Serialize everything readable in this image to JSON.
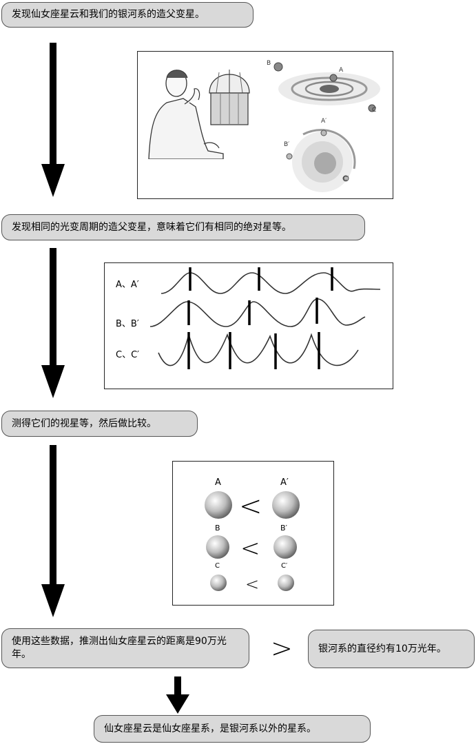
{
  "steps": {
    "step1": "发现仙女座星云和我们的银河系的造父变星。",
    "step2": "发现相同的光变周期的造父变星，意味着它们有相同的绝对星等。",
    "step3": "测得它们的视星等，然后做比较。",
    "step4": "使用这些数据，推测出仙女座星云的距离是90万光年。",
    "side_note": "银河系的直径约有10万光年。",
    "conclusion": "仙女座星云是仙女座星系，是银河系以外的星系。"
  },
  "panel1": {
    "labels_top": [
      "B",
      "A",
      "C"
    ],
    "labels_bottom": [
      "A′",
      "B′",
      "C′"
    ]
  },
  "panel2": {
    "rows": [
      "A、A′",
      "B、B′",
      "C、C′"
    ]
  },
  "panel3": {
    "left_labels": [
      "A",
      "B",
      "C"
    ],
    "right_labels": [
      "A′",
      "B′",
      "C′"
    ],
    "relation": "<"
  },
  "compare_symbol": ">",
  "colors": {
    "box_fill": "#d9d9d9",
    "box_border": "#555555",
    "arrow": "#000000"
  }
}
